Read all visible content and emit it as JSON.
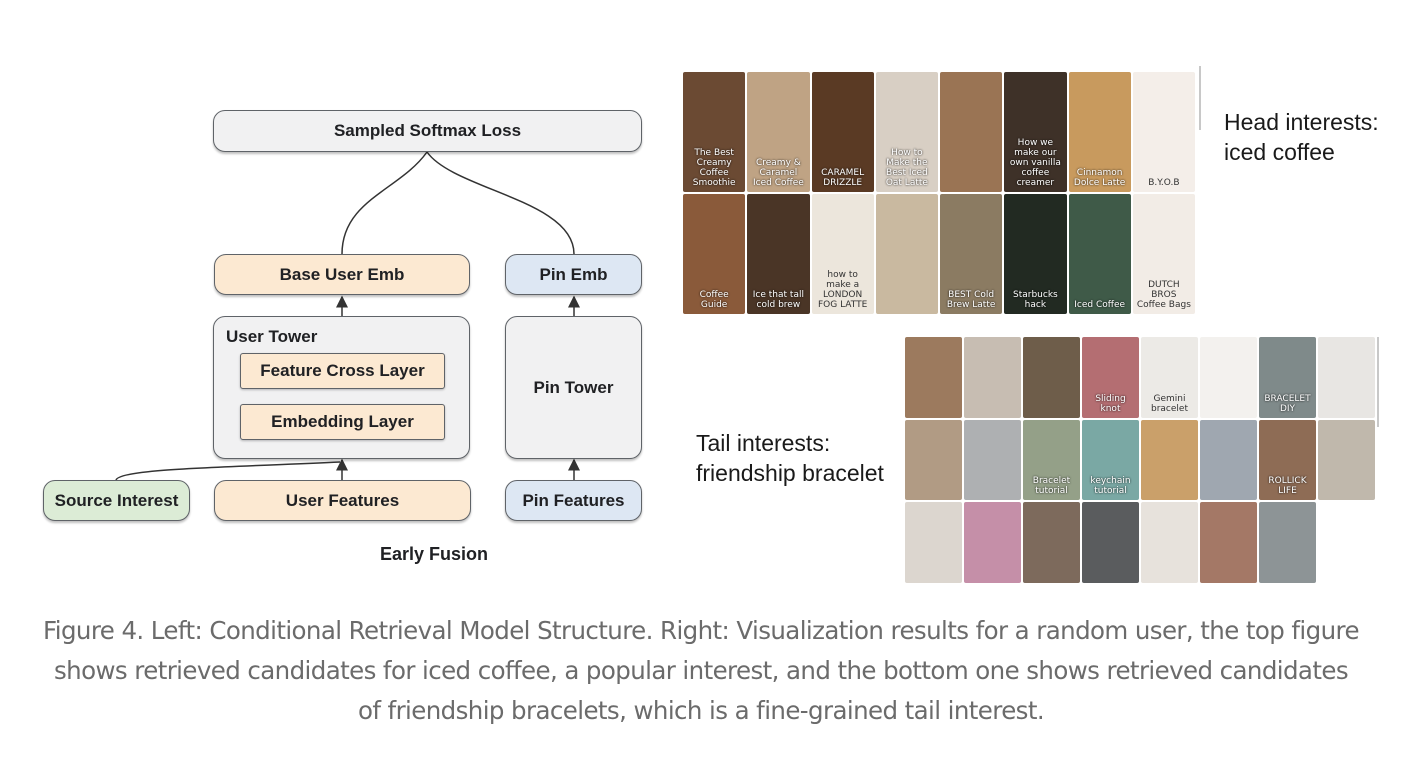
{
  "diagram": {
    "loss": "Sampled Softmax Loss",
    "base_user_emb": "Base User Emb",
    "pin_emb": "Pin Emb",
    "user_tower": "User Tower",
    "feature_cross_layer": "Feature Cross Layer",
    "embedding_layer": "Embedding Layer",
    "pin_tower": "Pin Tower",
    "source_interest": "Source Interest",
    "user_features": "User Features",
    "pin_features": "Pin Features",
    "title": "Early Fusion"
  },
  "head_panel": {
    "label_line1": "Head interests:",
    "label_line2": "iced coffee",
    "tiles": [
      {
        "text": "The Best Creamy Coffee Smoothie",
        "color": "#6b4a33"
      },
      {
        "text": "Creamy & Caramel Iced Coffee",
        "color": "#bfa384"
      },
      {
        "text": "CARAMEL DRIZZLE",
        "color": "#5a3a24"
      },
      {
        "text": "How to Make the Best Iced Oat Latte",
        "color": "#d8cfc4"
      },
      {
        "text": "",
        "color": "#9a7454"
      },
      {
        "text": "How we make our own vanilla coffee creamer",
        "color": "#3e3128"
      },
      {
        "text": "Cinnamon Dolce Latte",
        "color": "#c89a5e"
      },
      {
        "text": "B.Y.O.B",
        "color": "#f4eee9",
        "dark": true
      },
      {
        "text": "Coffee Guide",
        "color": "#8a5a3a"
      },
      {
        "text": "Ice that tall cold brew",
        "color": "#4a3526"
      },
      {
        "text": "how to make a LONDON FOG LATTE",
        "color": "#ece6dc",
        "dark": true
      },
      {
        "text": "",
        "color": "#c9b9a0"
      },
      {
        "text": "BEST Cold Brew Latte",
        "color": "#8b7b62"
      },
      {
        "text": "Starbucks hack",
        "color": "#222a22"
      },
      {
        "text": "Iced Coffee",
        "color": "#3f5a48"
      },
      {
        "text": "DUTCH BROS Coffee Bags",
        "color": "#f2ece6",
        "dark": true
      }
    ]
  },
  "tail_panel": {
    "label_line1": "Tail interests:",
    "label_line2": "friendship bracelet",
    "tiles": [
      {
        "text": "",
        "color": "#9c7a5e"
      },
      {
        "text": "",
        "color": "#c7bdb2"
      },
      {
        "text": "",
        "color": "#6e5d4a"
      },
      {
        "text": "Sliding knot",
        "color": "#b46e72"
      },
      {
        "text": "Gemini bracelet",
        "color": "#eceae6",
        "dark": true
      },
      {
        "text": "",
        "color": "#f3f1ee",
        "dark": true
      },
      {
        "text": "BRACELET DIY",
        "color": "#7f8a8a"
      },
      {
        "text": "",
        "color": "#e8e6e3",
        "dark": true
      },
      {
        "text": "",
        "color": "#b19b84"
      },
      {
        "text": "",
        "color": "#aeb0b2"
      },
      {
        "text": "Bracelet tutorial",
        "color": "#94a088"
      },
      {
        "text": "keychain tutorial",
        "color": "#7aa8a4"
      },
      {
        "text": "",
        "color": "#caa06a"
      },
      {
        "text": "",
        "color": "#9fa7b0"
      },
      {
        "text": "ROLLICK LIFE",
        "color": "#8e6c55"
      },
      {
        "text": "",
        "color": "#c0b8ac"
      },
      {
        "text": "",
        "color": "#dcd6cf",
        "dark": true
      },
      {
        "text": "",
        "color": "#c58fa8"
      },
      {
        "text": "",
        "color": "#7d6a5c"
      },
      {
        "text": "",
        "color": "#5a5c5e"
      },
      {
        "text": "",
        "color": "#e7e2dc",
        "dark": true
      },
      {
        "text": "",
        "color": "#a47866"
      },
      {
        "text": "",
        "color": "#8d9496"
      }
    ]
  },
  "caption": "Figure 4. Left: Conditional Retrieval Model Structure. Right: Visualization results for a random user, the top figure shows retrieved candidates for iced coffee, a popular interest, and the bottom one shows retrieved candidates of friendship bracelets, which is a fine-grained tail interest."
}
